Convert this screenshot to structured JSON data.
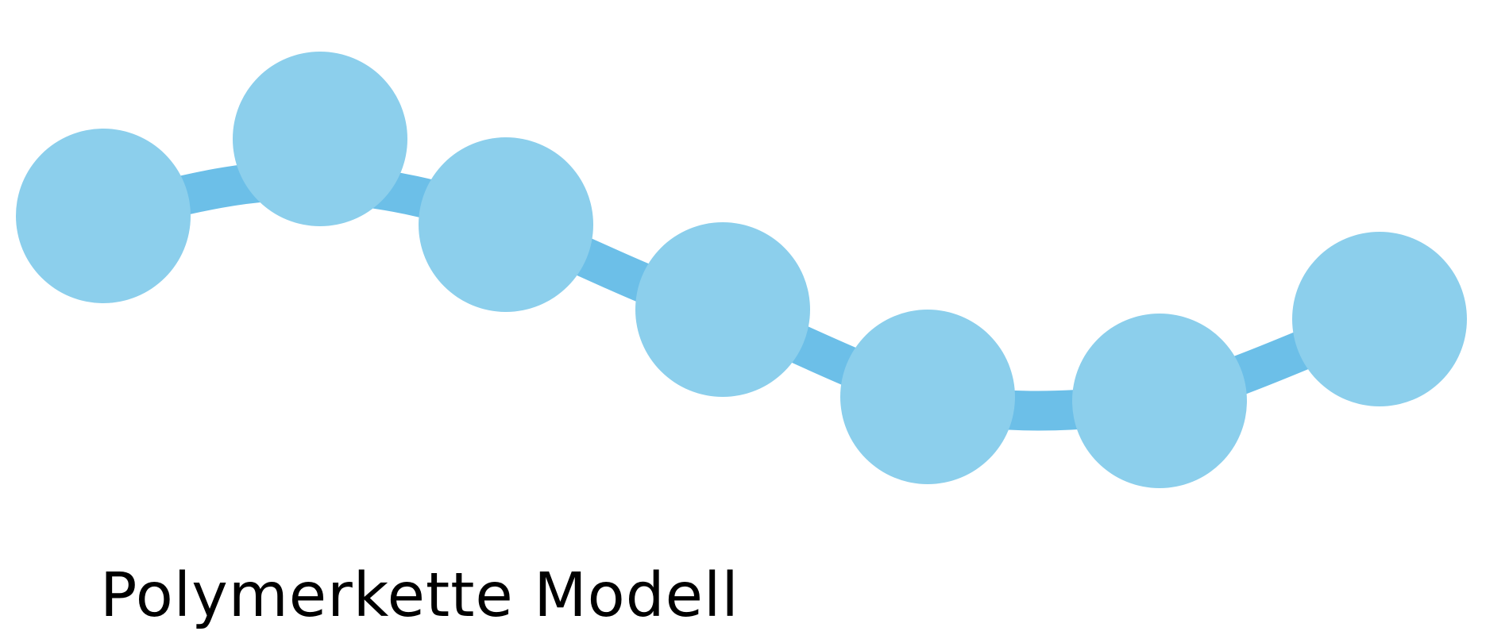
{
  "caption": "Polymerkette Modell",
  "colors": {
    "bond": "#6cbfe8",
    "bead": "#8ccfec",
    "text": "#000000",
    "background": "#ffffff"
  },
  "chain": {
    "bead_count": 7,
    "bond_count": 6
  }
}
